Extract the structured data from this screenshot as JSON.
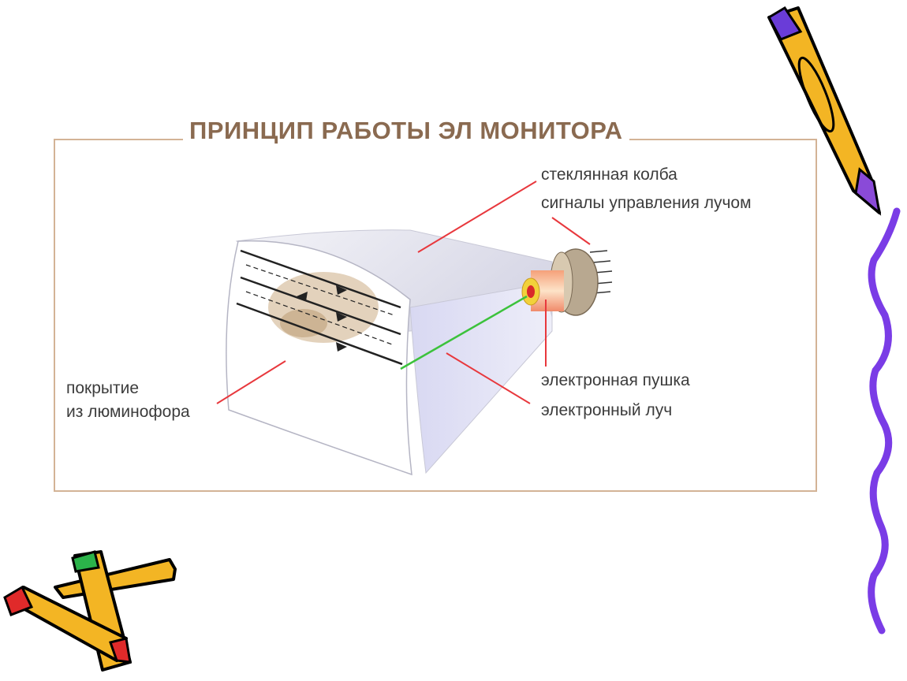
{
  "diagram": {
    "title": "ПРИНЦИП РАБОТЫ ЭЛ МОНИТОРА",
    "labels": {
      "glass_bulb": "стеклянная колба",
      "beam_control_signals": "сигналы управления лучом",
      "electron_gun": "электронная пушка",
      "electron_beam": "электронный луч",
      "phosphor_coating_line1": "покрытие",
      "phosphor_coating_line2": "из люминофора"
    },
    "colors": {
      "frame": "#d3b396",
      "title": "#8a6a50",
      "leader_line": "#e8383d",
      "beam": "#3cc23c"
    }
  },
  "decorations": [
    "pencil-icon",
    "crayons-icon",
    "zigzag-ribbon-icon"
  ]
}
